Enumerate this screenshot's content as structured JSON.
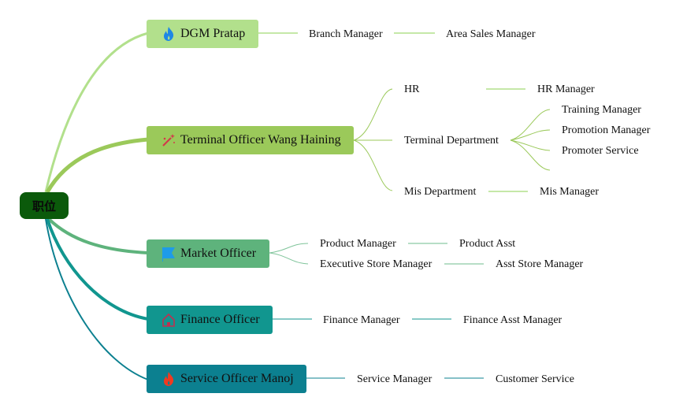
{
  "root": {
    "label": "职位",
    "color": "#0b5a0b"
  },
  "branches": [
    {
      "label": "DGM Pratap",
      "icon": "fire-icon",
      "color": "#b2e08c",
      "children": [
        {
          "label": "Branch Manager",
          "children": [
            {
              "label": "Area Sales Manager"
            }
          ]
        }
      ]
    },
    {
      "label": "Terminal Officer Wang Haining",
      "icon": "magic-wand-icon",
      "color": "#9bc95a",
      "children": [
        {
          "label": "HR",
          "children": [
            {
              "label": "HR Manager"
            }
          ]
        },
        {
          "label": "Terminal Department",
          "children": [
            {
              "label": "Training Manager"
            },
            {
              "label": "Promotion Manager"
            },
            {
              "label": "Promoter Service"
            },
            {
              "label": ""
            }
          ]
        },
        {
          "label": "Mis Department",
          "children": [
            {
              "label": "Mis Manager"
            }
          ]
        }
      ]
    },
    {
      "label": "Market Officer",
      "icon": "flag-icon",
      "color": "#5eb37c",
      "children": [
        {
          "label": "Product Manager",
          "children": [
            {
              "label": "Product Asst"
            }
          ]
        },
        {
          "label": "Executive Store Manager",
          "children": [
            {
              "label": "Asst Store Manager"
            }
          ]
        }
      ]
    },
    {
      "label": "Finance Officer",
      "icon": "home-icon",
      "color": "#11968f",
      "children": [
        {
          "label": "Finance Manager",
          "children": [
            {
              "label": "Finance Asst Manager"
            }
          ]
        }
      ]
    },
    {
      "label": "Service Officer Manoj",
      "icon": "flame-icon",
      "color": "#0c8090",
      "children": [
        {
          "label": "Service Manager",
          "children": [
            {
              "label": "Customer Service"
            }
          ]
        }
      ]
    }
  ]
}
